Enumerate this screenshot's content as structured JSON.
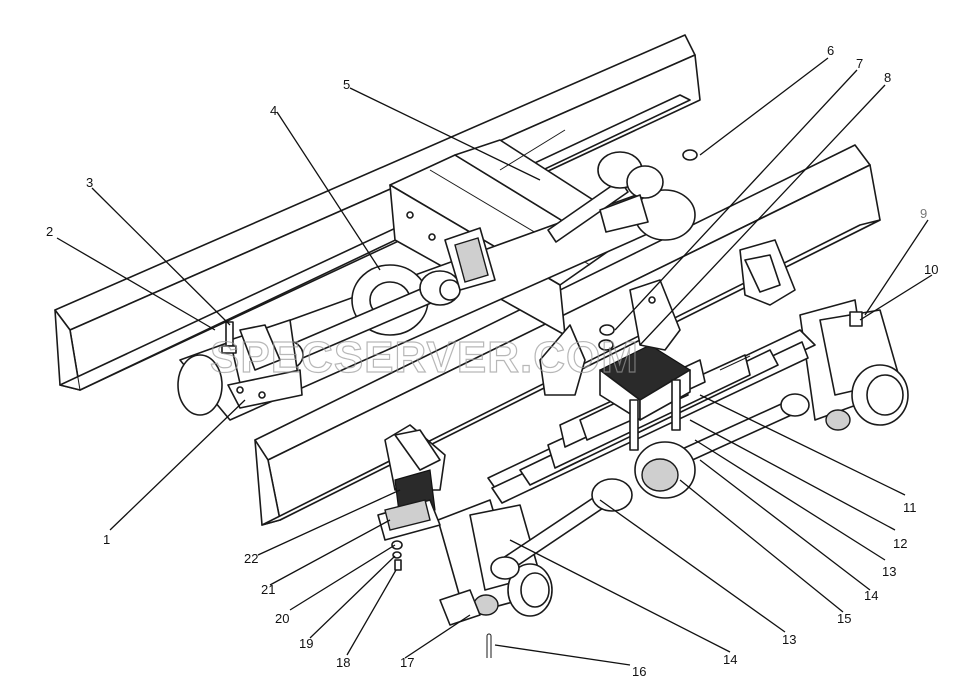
{
  "diagram": {
    "callouts": [
      "1",
      "2",
      "3",
      "4",
      "5",
      "6",
      "7",
      "8",
      "9",
      "10",
      "11",
      "12",
      "13",
      "13",
      "14",
      "14",
      "15",
      "16",
      "17",
      "18",
      "19",
      "20",
      "21",
      "22"
    ]
  },
  "watermark": "SPECSERVER.COM"
}
